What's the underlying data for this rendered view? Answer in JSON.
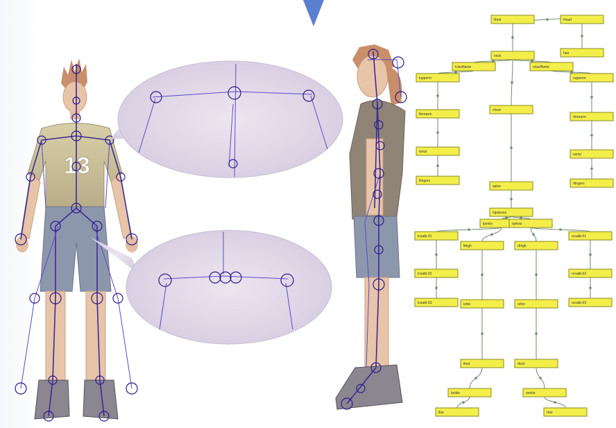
{
  "colors": {
    "background": "#ffffff",
    "arrow": "#5b7fd0",
    "node_fill": "#f3ee4a",
    "node_border": "#8a8a22",
    "connector": "#6f8a6a",
    "skeleton": "#3a2a9a",
    "callout": "#d9cfe0"
  },
  "figures": {
    "front_view": {
      "jersey_number": "13"
    },
    "side_view": {}
  },
  "hierarchy": {
    "nodes": [
      {
        "id": "root",
        "label": "Root"
      },
      {
        "id": "head",
        "label": "Head"
      },
      {
        "id": "hair",
        "label": "hair"
      },
      {
        "id": "neck",
        "label": "neck"
      },
      {
        "id": "lclav",
        "label": "lclaviflame"
      },
      {
        "id": "rclav",
        "label": "rclaviflame"
      },
      {
        "id": "lupperarm",
        "label": "lupperm"
      },
      {
        "id": "rupperarm",
        "label": "rupperm"
      },
      {
        "id": "chest",
        "label": "chest"
      },
      {
        "id": "lforearm",
        "label": "lforearm"
      },
      {
        "id": "rforearm",
        "label": "rforearm"
      },
      {
        "id": "lhand",
        "label": "lwrist"
      },
      {
        "id": "rhand",
        "label": "rwrist"
      },
      {
        "id": "lfingers",
        "label": "lfingers"
      },
      {
        "id": "rfingers",
        "label": "rfingers"
      },
      {
        "id": "spine",
        "label": "spine"
      },
      {
        "id": "hips",
        "label": "hipsbone"
      },
      {
        "id": "lpelvis",
        "label": "lpelvis"
      },
      {
        "id": "rpelvis",
        "label": "rpelvis"
      },
      {
        "id": "lcoat1",
        "label": "lcoatb-01"
      },
      {
        "id": "rcoat1",
        "label": "rcoatb-01"
      },
      {
        "id": "lcoat2",
        "label": "lcoatb-02"
      },
      {
        "id": "rcoat2",
        "label": "rcoatb-02"
      },
      {
        "id": "lcoat3",
        "label": "lcoatb-03"
      },
      {
        "id": "rcoat3",
        "label": "rcoatb-03"
      },
      {
        "id": "lthigh",
        "label": "lthigh"
      },
      {
        "id": "rthigh",
        "label": "rthigh"
      },
      {
        "id": "lshin",
        "label": "lshin"
      },
      {
        "id": "rshin",
        "label": "rshin"
      },
      {
        "id": "lfoot",
        "label": "lfoot"
      },
      {
        "id": "rfoot",
        "label": "rfoot"
      },
      {
        "id": "lankle",
        "label": "lankle"
      },
      {
        "id": "rankle",
        "label": "rankle"
      },
      {
        "id": "ltoe",
        "label": "ltoe"
      },
      {
        "id": "rtoe",
        "label": "rtoe"
      }
    ]
  }
}
